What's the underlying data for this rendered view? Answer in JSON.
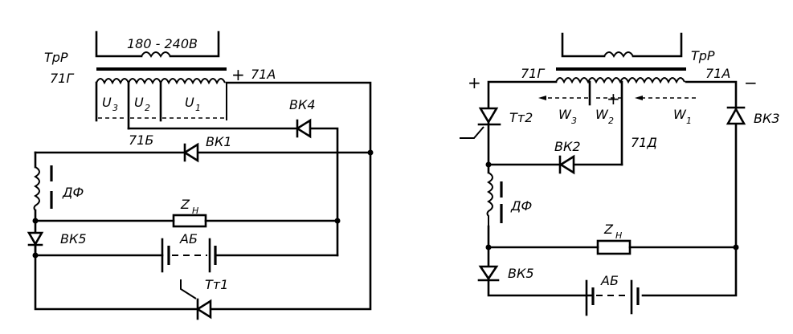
{
  "figure": {
    "left_circuit": {
      "supply_voltage": "180 - 240В",
      "transformer": "ТрР",
      "taps": {
        "g": "71Г",
        "b": "71Б",
        "a": "71А"
      },
      "polarity_a": "+",
      "windings": [
        {
          "name": "U",
          "sub": "3"
        },
        {
          "name": "U",
          "sub": "2"
        },
        {
          "name": "U",
          "sub": "1"
        }
      ],
      "diodes": {
        "vk4": "ВК4",
        "vk1": "ВК1",
        "vk5": "ВК5"
      },
      "choke": "ДФ",
      "load": {
        "name": "Z",
        "sub": "Н"
      },
      "battery": "АБ",
      "thyristor": "Тт1"
    },
    "right_circuit": {
      "transformer": "ТрР",
      "taps": {
        "g": "71Г",
        "a": "71А",
        "d": "71Д"
      },
      "polarity_g": "+",
      "polarity_a": "−",
      "polarity_mid": "+",
      "windings": [
        {
          "name": "W",
          "sub": "3"
        },
        {
          "name": "W",
          "sub": "2"
        },
        {
          "name": "W",
          "sub": "1"
        }
      ],
      "thyristor": "Тт2",
      "diodes": {
        "vk2": "ВК2",
        "vk3": "ВК3",
        "vk5": "ВК5"
      },
      "choke": "ДФ",
      "load": {
        "name": "Z",
        "sub": "Н"
      },
      "battery": "АБ"
    }
  }
}
